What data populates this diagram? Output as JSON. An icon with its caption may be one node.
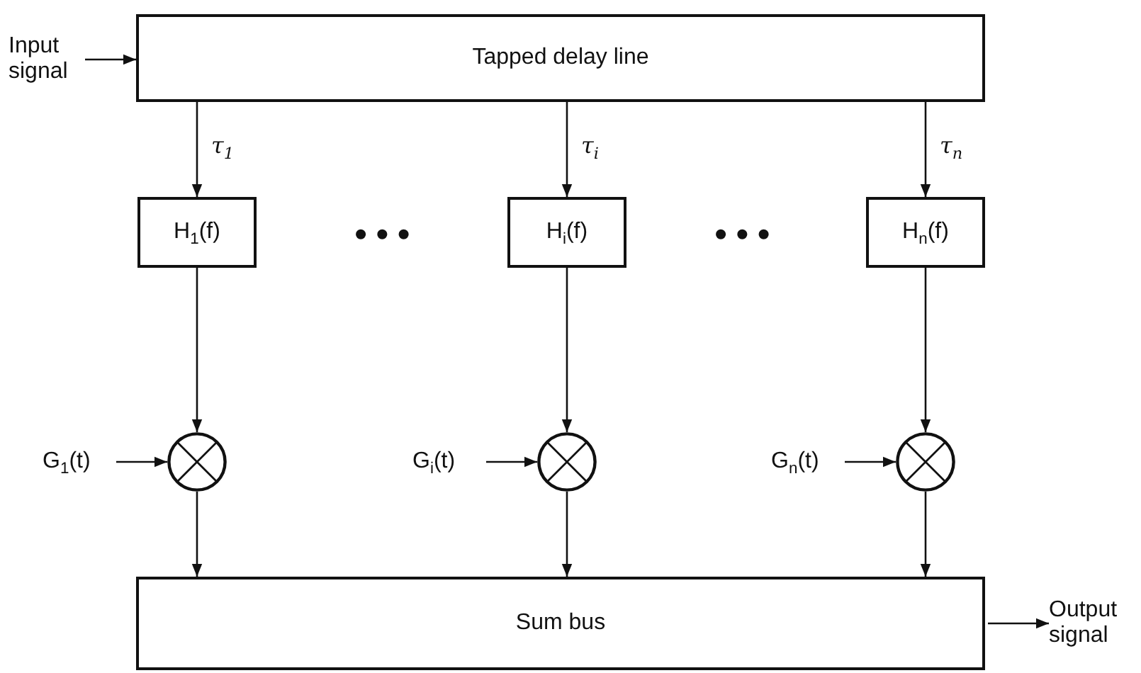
{
  "diagram": {
    "nodes": [
      {
        "text": [
          "Tapped delay line"
        ]
      },
      {
        "text": [
          "Input signal"
        ]
      },
      {
        "text": [
          "H$_{1}$(f)"
        ]
      },
      {
        "text": [
          "H$_{i}$(f)"
        ]
      },
      {
        "text": [
          "H$_{n}$(f)"
        ]
      },
      {
        "text": [],
        "shape": "circle"
      },
      {
        "text": [],
        "shape": "circle"
      },
      {
        "text": [],
        "shape": "circle"
      },
      {
        "text": [
          "G$_{1}$(t)"
        ]
      },
      {
        "text": [
          "G$_{i}$(t)"
        ]
      },
      {
        "text": [
          "G$_{n}$(t)"
        ]
      },
      {
        "text": [
          "Sum bus"
        ]
      },
      {
        "text": [
          "Output signal"
        ]
      }
    ],
    "edges": [
      {
        "from": 1,
        "to": 0,
        "arrow": "to"
      },
      {
        "from": 0,
        "to": 2,
        "arrow": "to",
        "label": "τ$_{1}$"
      },
      {
        "from": 0,
        "to": 3,
        "arrow": "to",
        "label": "τ$_{i}$"
      },
      {
        "from": 0,
        "to": 4,
        "arrow": "to",
        "label": "τ$_{n}$"
      },
      {
        "from": 2,
        "to": 5,
        "arrow": "to"
      },
      {
        "from": 3,
        "to": 6,
        "arrow": "to"
      },
      {
        "from": 4,
        "to": 7,
        "arrow": "to"
      },
      {
        "from": 8,
        "to": 5,
        "arrow": "to"
      },
      {
        "from": 9,
        "to": 6,
        "arrow": "to"
      },
      {
        "from": 10,
        "to": 7,
        "arrow": "to"
      },
      {
        "from": 5,
        "to": 11,
        "arrow": "to"
      },
      {
        "from": 6,
        "to": 11,
        "arrow": "to"
      },
      {
        "from": 7,
        "to": 11,
        "arrow": "to"
      },
      {
        "from": 11,
        "to": 12,
        "arrow": "to"
      }
    ],
    "labels": [
      "•••",
      "•••"
    ]
  }
}
